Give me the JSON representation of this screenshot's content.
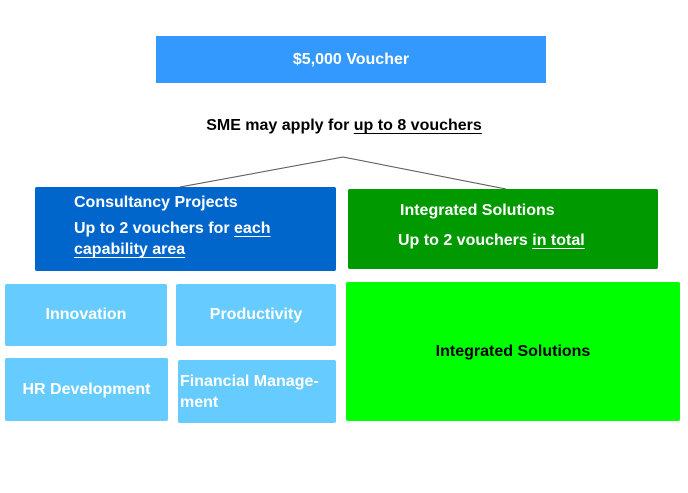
{
  "voucher": {
    "label": "$5,000 Voucher"
  },
  "sme": {
    "prefix": "SME may apply for ",
    "highlight": "up to 8 vouchers"
  },
  "consultancy": {
    "title": "Consultancy Projects",
    "rule_prefix": "Up to 2 vouchers for ",
    "rule_highlight": "each capability area"
  },
  "integrated": {
    "title": "Integrated Solutions",
    "rule_prefix": "Up to 2 vouchers ",
    "rule_highlight": "in total",
    "box_label": "Integrated Solutions"
  },
  "capability_areas": [
    "Innovation",
    "Productivity",
    "HR Development",
    "Financial Manage-ment"
  ],
  "colors": {
    "voucher": "#3399ff",
    "consultancy": "#0066cc",
    "capability": "#66ccff",
    "integrated_header": "#009900",
    "integrated_box": "#00ff00"
  }
}
